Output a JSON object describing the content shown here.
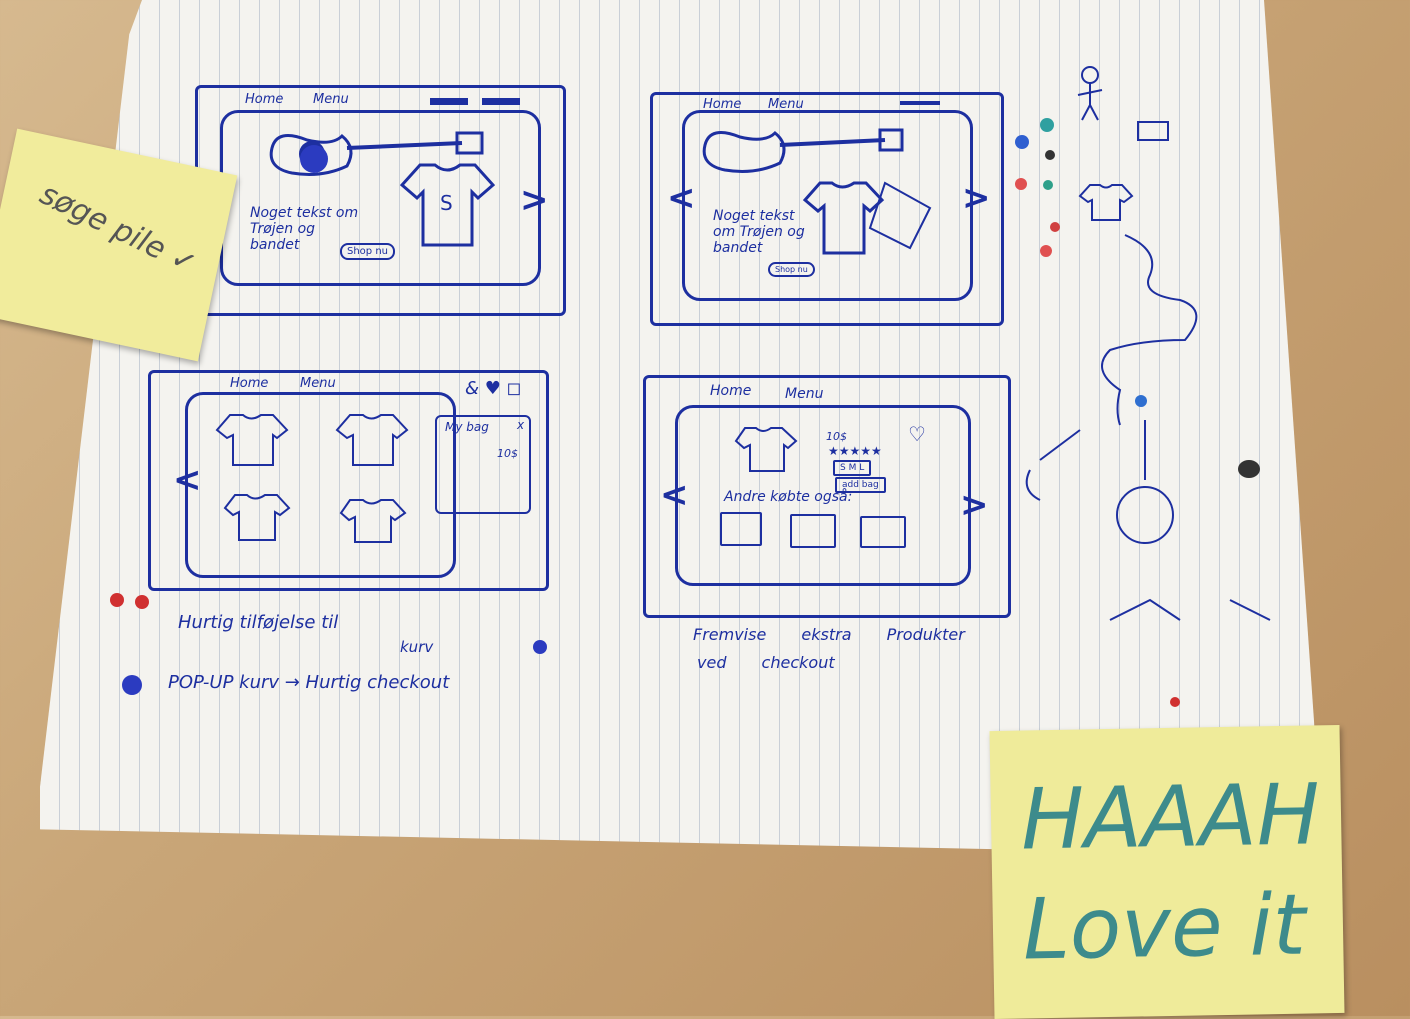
{
  "sticky_notes": {
    "left": "søge pile ✓",
    "bottom_right_line1": "HAAAH",
    "bottom_right_line2": "Love it"
  },
  "sketch_1": {
    "nav_home": "Home",
    "nav_menu": "Menu",
    "text": "Noget tekst om Trøjen og bandet",
    "button": "Shop nu",
    "arrow_left": "<",
    "arrow_right": ">"
  },
  "sketch_2": {
    "nav_home": "Home",
    "nav_menu": "Menu",
    "text": "Noget tekst om Trøjen og bandet",
    "button": "Shop nu",
    "arrow_left": "<",
    "arrow_right": ">"
  },
  "sketch_3": {
    "nav_home": "Home",
    "nav_menu": "Menu",
    "popup_title": "My bag",
    "popup_close": "x",
    "price": "10$",
    "arrow_left": "<"
  },
  "sketch_4": {
    "nav_home": "Home",
    "nav_menu": "Menu",
    "price": "10$",
    "size": "S M L",
    "add_bag": "add bag",
    "other": "Andre købte også:",
    "arrow_left": "<",
    "arrow_right": ">"
  },
  "notes": {
    "quick_add_line1": "Hurtig tilføjelse til",
    "quick_add_line2": "kurv",
    "popup_cart": "POP-UP kurv → Hurtig checkout",
    "extra_products_line1": "Fremvise ekstra Produkter",
    "extra_products_line2": "ved checkout"
  },
  "colors": {
    "ink": "#1d2fa0",
    "sticky": "#f1ec9c",
    "sticky_ink": "#3d8b8c"
  }
}
